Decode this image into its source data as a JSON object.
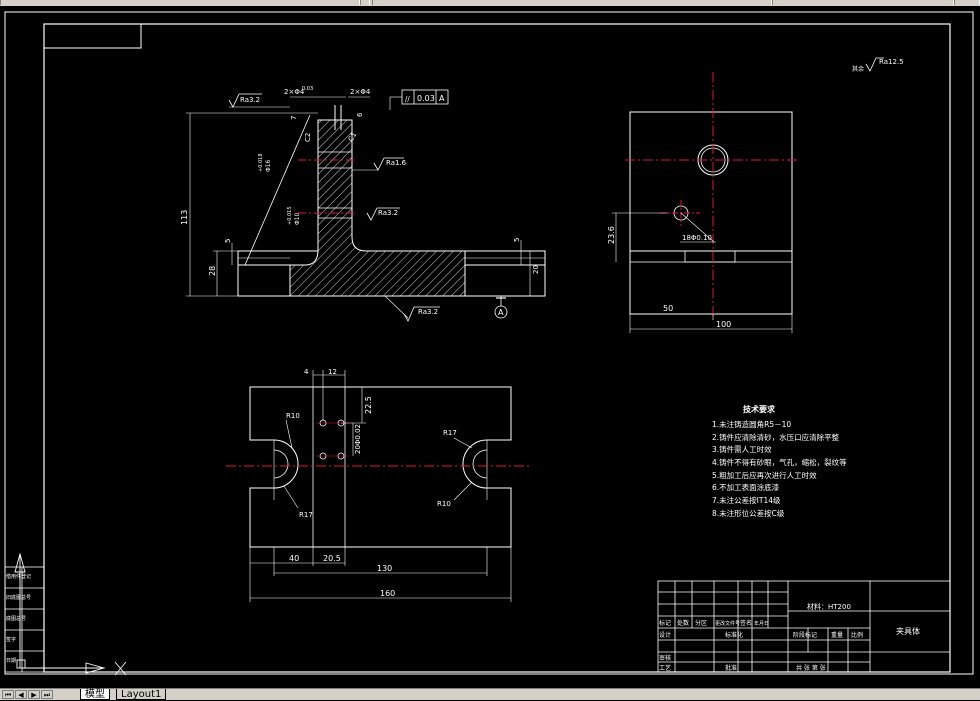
{
  "window": {
    "tabs": [
      "模型",
      "Layout1"
    ]
  },
  "border": {
    "top_left_box": ""
  },
  "roughness_global": {
    "prefix": "其余",
    "value": "Ra12.5"
  },
  "front_view": {
    "dims": {
      "d1": "2×Φ4",
      "d1b": "0.03",
      "d2": "2×Φ4",
      "d3": "7",
      "d4": "6",
      "d5": "C2",
      "d6": "C1",
      "d7": "Φ16",
      "d7b": "+0.018",
      "d8": "Φ10",
      "d8b": "+0.015",
      "d9": "113",
      "d10": "5",
      "d11": "28",
      "d12": "5",
      "d13": "20"
    },
    "roughness": [
      "Ra3.2",
      "Ra1.6",
      "Ra3.2",
      "Ra3.2"
    ],
    "tolerance": {
      "symbol": "//",
      "value": "0.03",
      "datum": "A"
    },
    "datum_label": "A"
  },
  "side_view": {
    "dims": {
      "h": "23.6",
      "hole": "18Φ0.10",
      "w1": "50",
      "w2": "100"
    }
  },
  "top_view": {
    "dims": {
      "a": "4",
      "b": "12",
      "c": "22.5",
      "d": "20Φ0.02",
      "r1": "R10",
      "r2": "R17",
      "r3": "R17",
      "r4": "R10",
      "w1": "40",
      "w2": "20.5",
      "w3": "130",
      "w4": "160"
    }
  },
  "notes": {
    "title": "技术要求",
    "items": [
      "1.未注铸造圆角R5－10",
      "2.铸件应清除清砂，水压口应清除平整",
      "3.铸件需人工时效",
      "4.铸件不得有砂眼，气孔，缩松，裂纹等",
      "5.粗加工后应再次进行人工时效",
      "6.不加工表面涂底漆",
      "7.未注公差按IT14级",
      "8.未注形位公差按C级"
    ]
  },
  "title_block": {
    "material": "材料：HT200",
    "part_name": "夹具体",
    "row_labels": [
      "标记",
      "处数",
      "分区",
      "更改文件号",
      "签名",
      "年月日"
    ],
    "design": "设计",
    "standard": "标准化",
    "review": "审核",
    "craft": "工艺",
    "approve": "批准",
    "stage": "阶段标记",
    "weight": "重量",
    "scale": "比例",
    "sheet": "共 张 第 张"
  },
  "left_strip": {
    "labels": [
      "借用件登记",
      "旧底图总号",
      "底图总号",
      "签字",
      "日期"
    ]
  },
  "ucs": {
    "x_label": "X",
    "y_label": "Y"
  }
}
